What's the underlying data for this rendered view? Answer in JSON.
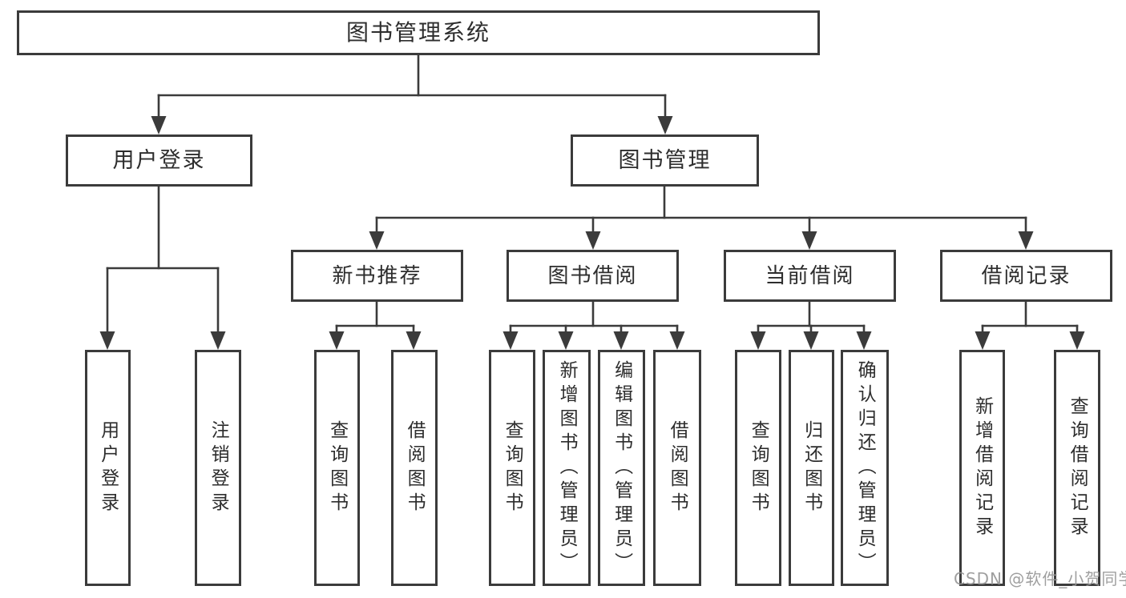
{
  "tree": {
    "label": "图书管理系统",
    "children": [
      {
        "label": "用户登录",
        "children": [
          {
            "label": "用户登录"
          },
          {
            "label": "注销登录"
          }
        ]
      },
      {
        "label": "图书管理",
        "children": [
          {
            "label": "新书推荐",
            "children": [
              {
                "label": "查询图书"
              },
              {
                "label": "借阅图书"
              }
            ]
          },
          {
            "label": "图书借阅",
            "children": [
              {
                "label": "查询图书"
              },
              {
                "label": "新增图书（管理员）"
              },
              {
                "label": "编辑图书（管理员）"
              },
              {
                "label": "借阅图书"
              }
            ]
          },
          {
            "label": "当前借阅",
            "children": [
              {
                "label": "查询图书"
              },
              {
                "label": "归还图书"
              },
              {
                "label": "确认归还（管理员）"
              }
            ]
          },
          {
            "label": "借阅记录",
            "children": [
              {
                "label": "新增借阅记录"
              },
              {
                "label": "查询借阅记录"
              }
            ]
          }
        ]
      }
    ]
  },
  "watermark": "CSDN @软件_小贺同学",
  "colors": {
    "line": "#3b3b3b",
    "text": "#2d2d2d",
    "watermark": "#979797",
    "background": "#ffffff"
  }
}
